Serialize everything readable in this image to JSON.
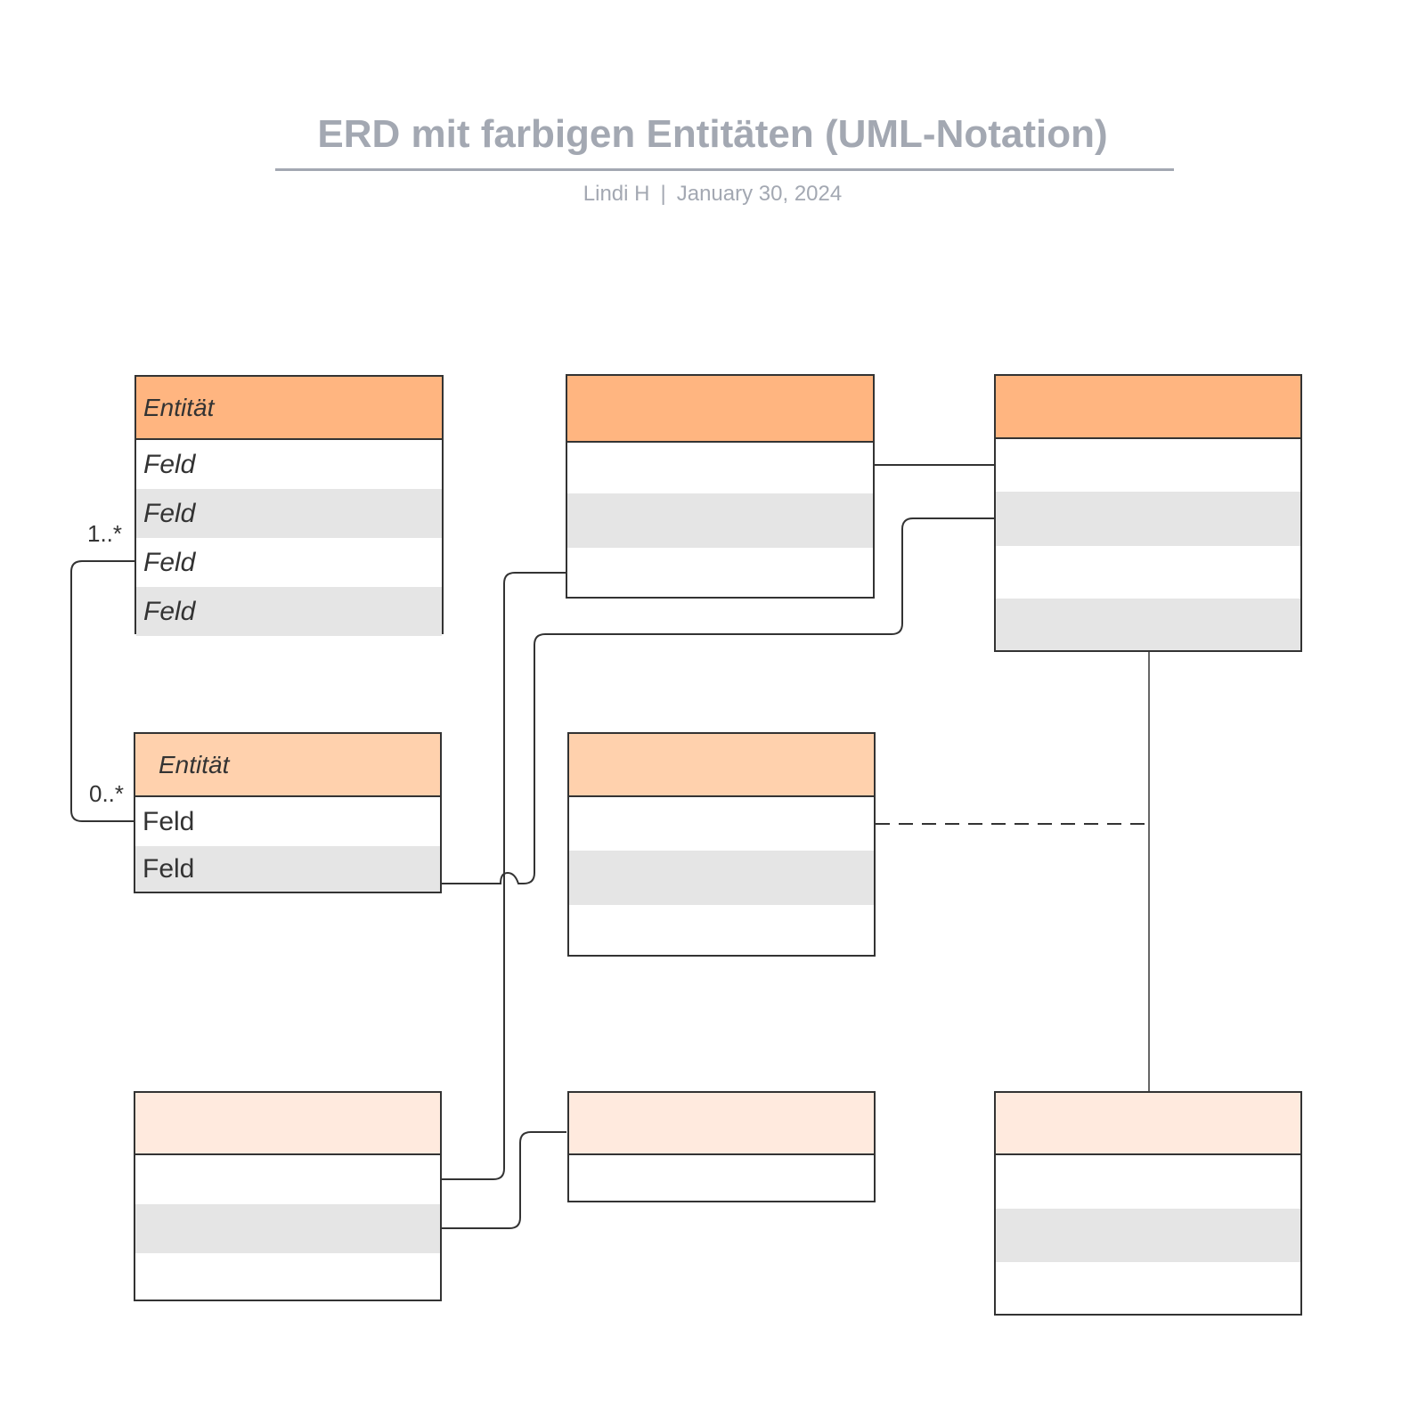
{
  "header": {
    "title": "ERD mit farbigen Entitäten (UML-Notation)",
    "author": "Lindi H",
    "separator": "|",
    "date": "January 30, 2024"
  },
  "colors": {
    "header_dark": "#ffb580",
    "header_medium": "#ffd1ad",
    "header_light": "#ffeade",
    "row_alt": "#e5e5e5",
    "stroke": "#333333",
    "title_gray": "#a3a8b2"
  },
  "entities": [
    {
      "id": "e1",
      "title": "Entität",
      "fields": [
        "Feld",
        "Feld",
        "Feld",
        "Feld"
      ]
    },
    {
      "id": "e2",
      "title": "",
      "fields": [
        "",
        "",
        ""
      ]
    },
    {
      "id": "e3",
      "title": "",
      "fields": [
        "",
        "",
        "",
        ""
      ]
    },
    {
      "id": "e4",
      "title": "Entität",
      "fields": [
        "Feld",
        "Feld"
      ]
    },
    {
      "id": "e5",
      "title": "",
      "fields": [
        "",
        "",
        ""
      ]
    },
    {
      "id": "e6",
      "title": "",
      "fields": [
        "",
        "",
        ""
      ]
    },
    {
      "id": "e7",
      "title": "",
      "fields": [
        ""
      ]
    },
    {
      "id": "e8",
      "title": "",
      "fields": [
        "",
        "",
        ""
      ]
    }
  ],
  "multiplicities": {
    "source": "1..*",
    "target": "0..*"
  }
}
